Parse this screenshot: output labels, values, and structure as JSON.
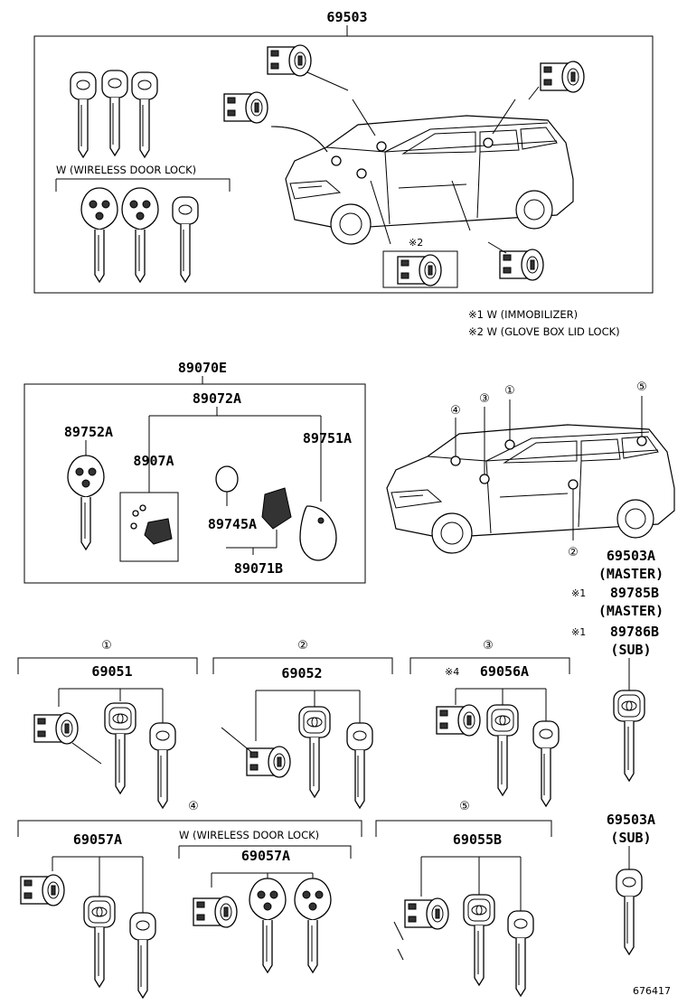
{
  "top": {
    "part_number": "69503",
    "wireless_label": "W (WIRELESS DOOR LOCK)",
    "glove_mark": "※2"
  },
  "notes": {
    "note1": "※1 W (IMMOBILIZER)",
    "note2": "※2 W (GLOVE BOX LID LOCK)"
  },
  "transmitter": {
    "assy": "89070E",
    "sub": "89072A",
    "key_left": "89752A",
    "board": "8907A",
    "key_right": "89751A",
    "battery": "89745A",
    "case": "89071B"
  },
  "car2_callouts": [
    "①",
    "②",
    "③",
    "④",
    "⑤"
  ],
  "right_col": {
    "pn1": "69503A",
    "master1": "(MASTER)",
    "mark1": "※1",
    "pn2": "89785B",
    "master2": "(MASTER)",
    "mark2": "※1",
    "pn3": "89786B",
    "sub1": "(SUB)",
    "pn4": "69503A",
    "sub2": "(SUB)"
  },
  "sets": {
    "s1_num": "①",
    "s1_pn": "69051",
    "s2_num": "②",
    "s2_pn": "69052",
    "s3_num": "③",
    "s3_mark": "※4",
    "s3_pn": "69056A",
    "s4_num": "④",
    "s4_pn": "69057A",
    "s4_wireless": "W (WIRELESS DOOR LOCK)",
    "s4_pn2": "69057A",
    "s5_num": "⑤",
    "s5_pn": "69055B"
  },
  "footer": {
    "code": "676417"
  }
}
